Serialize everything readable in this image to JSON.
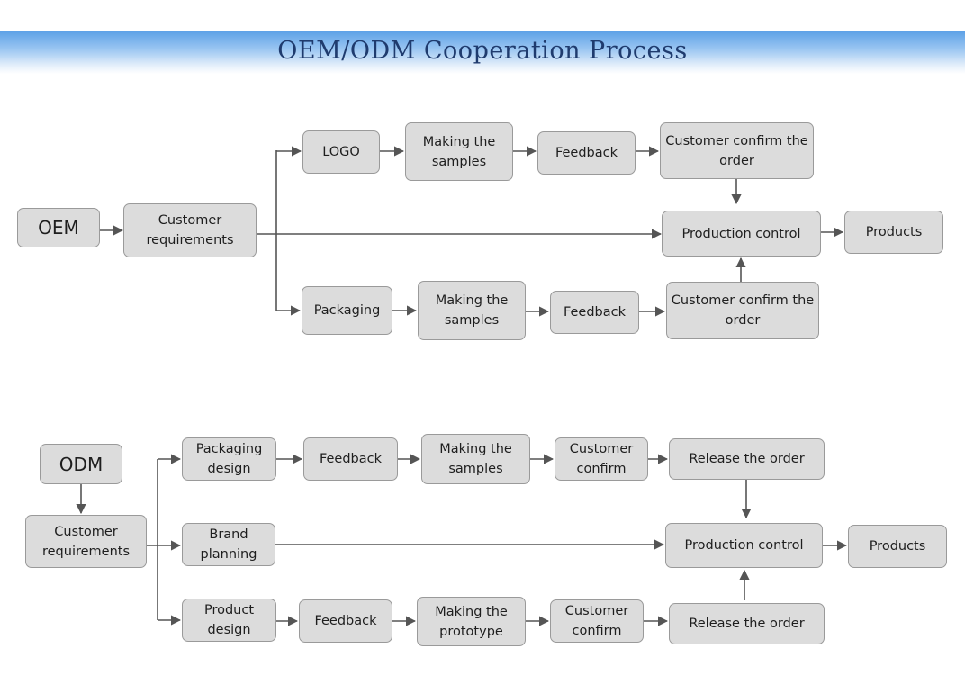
{
  "title": "OEM/ODM Cooperation Process",
  "colors": {
    "banner_top": "#5a9fe6",
    "title": "#1f3b6e",
    "box_fill": "#dcdcdc",
    "box_border": "#9a9a9a",
    "arrow": "#555555"
  },
  "oem": {
    "start": "OEM",
    "requirements": "Customer requirements",
    "logo": "LOGO",
    "logo_samples": "Making the samples",
    "logo_feedback": "Feedback",
    "logo_confirm": "Customer confirm the order",
    "production": "Production control",
    "products": "Products",
    "packaging": "Packaging",
    "pack_samples": "Making the samples",
    "pack_feedback": "Feedback",
    "pack_confirm": "Customer confirm the order"
  },
  "odm": {
    "start": "ODM",
    "requirements": "Customer requirements",
    "packaging_design": "Packaging design",
    "pd_feedback": "Feedback",
    "pd_samples": "Making the samples",
    "pd_confirm": "Customer confirm",
    "pd_release": "Release the order",
    "brand_planning": "Brand planning",
    "production": "Production control",
    "products": "Products",
    "product_design": "Product design",
    "prd_feedback": "Feedback",
    "prd_prototype": "Making the prototype",
    "prd_confirm": "Customer confirm",
    "prd_release": "Release the order"
  }
}
